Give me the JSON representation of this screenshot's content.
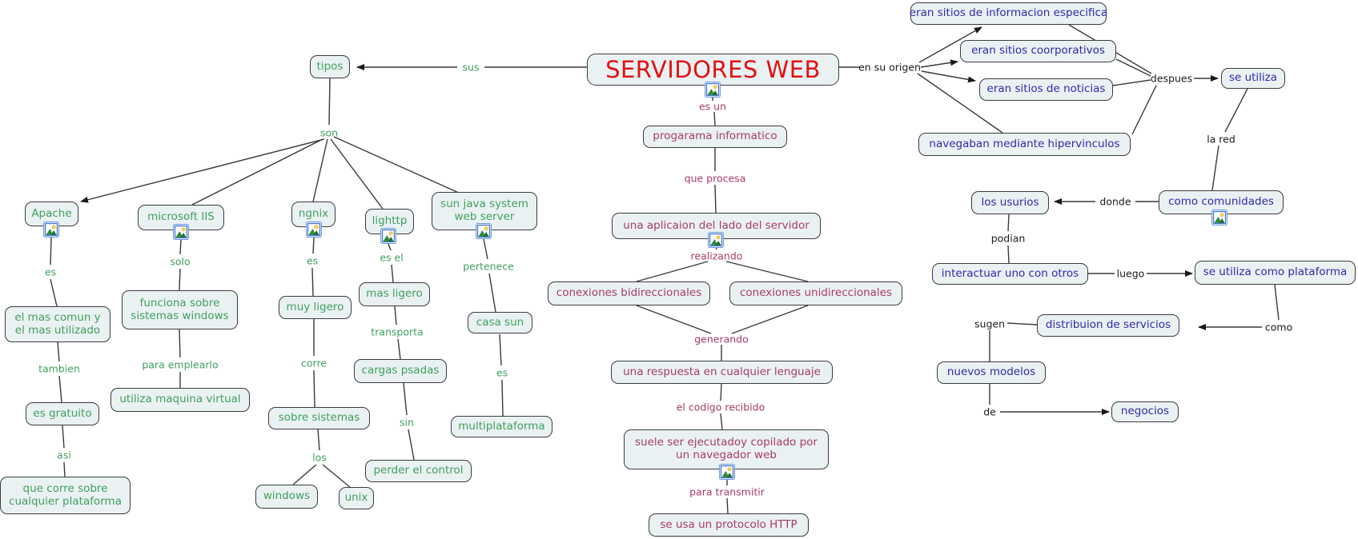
{
  "colors": {
    "title_text": "#e11212",
    "left_text": "#3fa05c",
    "center_text": "#a83a6a",
    "right_text": "#2b2baa",
    "label_dark": "#1a1a1a",
    "node_fill": "#eaf1f3",
    "node_border": "#3c3c3c",
    "line": "#3a3a3a"
  },
  "icons": {
    "resource": "image-resource-icon"
  },
  "nodes": {
    "title": "SERVIDORES WEB",
    "tipos": "tipos",
    "apache": "Apache",
    "mas_comun": "el mas comun y el mas utilizado",
    "es_gratuito": "es gratuito",
    "que_corre": "que corre sobre cualquier plataforma",
    "iis": "microsoft IIS",
    "funciona": "funciona sobre sistemas windows",
    "maquina": "utiliza maquina virtual",
    "ngnix": "ngnix",
    "muy_ligero": "muy ligero",
    "sobre_sistemas": "sobre sistemas",
    "windows": "windows",
    "unix": "unix",
    "lighttp": "lighttp",
    "mas_ligero": "mas ligero",
    "cargas": "cargas psadas",
    "perder": "perder el control",
    "sun_java": "sun java system web server",
    "casa_sun": "casa sun",
    "multiplataforma": "multiplataforma",
    "programa": "progarama informatico",
    "aplicacion": "una aplicaion del lado del servidor",
    "bidirec": "conexiones bidireccionales",
    "unidirec": "conexiones unidireccionales",
    "respuesta": "una respuesta en cualquier lenguaje",
    "suele": "suele ser ejecutadoy copilado por un navegador web",
    "protocolo": "se usa un protocolo HTTP",
    "info_especifica": "eran sitios de informacion especifica",
    "coorporativos": "eran sitios coorporativos",
    "noticias": "eran sitios de noticias",
    "navegaban": "navegaban mediante hipervinculos",
    "se_utiliza": "se utiliza",
    "comunidades": "como comunidades",
    "usurios": "los usurios",
    "interactuar": "interactuar uno con otros",
    "plataforma": "se utiliza como plataforma",
    "distribuion": "distribuion de servicios",
    "nuevos": "nuevos modelos",
    "negocios": "negocios"
  },
  "labels": {
    "sus": "sus",
    "son": "son",
    "es_apache": "es",
    "tambien": "tambien",
    "asi": "asi",
    "solo": "solo",
    "para_emplearlo": "para emplearlo",
    "es_ngnix": "es",
    "corre": "corre",
    "los": "los",
    "es_el": "es el",
    "transporta": "transporta",
    "sin": "sin",
    "pertenece": "pertenece",
    "es_casa": "es",
    "es_un": "es un",
    "que_procesa": "que procesa",
    "realizando": "realizando",
    "generando": "generando",
    "codigo": "el codigo recibido",
    "para_transmitir": "para transmitir",
    "en_su_origen": "en su origen",
    "despues": "despues",
    "la_red": "la red",
    "donde": "donde",
    "podian": "podian",
    "luego": "luego",
    "como": "como",
    "sugen": "sugen",
    "de": "de"
  }
}
